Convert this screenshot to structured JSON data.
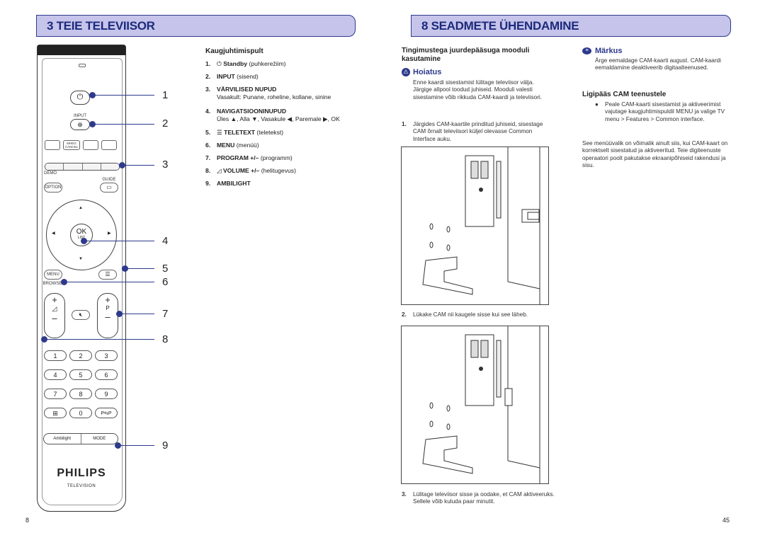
{
  "left_page": {
    "banner_title": "3  TEIE TELEVIISOR",
    "remote_title": "Kaugjuhtimispult",
    "items": [
      {
        "n": "1.",
        "label": "Standby",
        "desc": " (puhkerežiim)",
        "icon": "power-icon"
      },
      {
        "n": "2.",
        "label": "INPUT",
        "desc": " (sisend)",
        "icon": ""
      },
      {
        "n": "3.",
        "label": "VÄRVILISED NUPUD",
        "desc": "Vasakult: Punane, roheline, kollane, sinine",
        "icon": ""
      },
      {
        "n": "4.",
        "label": "NAVIGATSIOONINUPUD",
        "desc": "Üles ▲, Alla ▼, Vasakule ◀, Paremale ▶, OK",
        "icon": ""
      },
      {
        "n": "5.",
        "label": "TELETEXT",
        "desc": " (teletekst)",
        "icon": "teletext-icon"
      },
      {
        "n": "6.",
        "label": "MENU",
        "desc": " (menüü)",
        "icon": ""
      },
      {
        "n": "7.",
        "label": "PROGRAM +/–",
        "desc": " (programm)",
        "icon": ""
      },
      {
        "n": "8.",
        "label": "VOLUME +/–",
        "desc": " (helitugevus)",
        "icon": "volume-icon"
      },
      {
        "n": "9.",
        "label": "AMBILIGHT",
        "desc": "",
        "icon": ""
      }
    ],
    "callouts": [
      "1",
      "2",
      "3",
      "4",
      "5",
      "6",
      "7",
      "8",
      "9"
    ],
    "remote": {
      "input_label": "INPUT",
      "mheg_label": "MHEG CANCEL",
      "demo_label": "DEMO",
      "guide_label": "GUIDE",
      "option_label": "OPTION",
      "ok_label": "OK",
      "list_label": "LIST",
      "menu_label": "MENU",
      "browse_label": "BROWSE",
      "p_label": "P",
      "keys": [
        [
          "1",
          "2",
          "3"
        ],
        [
          "4",
          "5",
          "6"
        ],
        [
          "7",
          "8",
          "9"
        ],
        [
          "⊞",
          "0",
          "P⇆P"
        ]
      ],
      "ambilight_label": "Ambilight",
      "mode_label": "MODE",
      "brand": "PHILIPS",
      "brand_sub": "TELEVISION"
    },
    "page_number": "8"
  },
  "right_page": {
    "banner_title": "8  SEADMETE ÜHENDAMINE",
    "section_title": "Tingimustega juurdepääsuga mooduli kasutamine",
    "warning_title": "Hoiatus",
    "warning_text": "Enne kaardi sisestamist lülitage televiisor välja. Järgige allpool toodud juhiseid. Mooduli valesti sisestamine võib rikkuda CAM-kaardi ja televiisori.",
    "step1_num": "1.",
    "step1_text": "Järgides CAM-kaartile prinditud juhiseid, sisestage CAM õrnalt televiisori küljel olevasse Common Interface auku.",
    "step2_num": "2.",
    "step2_text": "Lükake CAM nii kaugele sisse kui see läheb.",
    "step3_num": "3.",
    "step3_text": "Lülitage televiisor sisse ja oodake, et CAM aktiveeruks. Sellele võib kuluda paar minutit.",
    "note_title": "Märkus",
    "note_text": "Ärge eemaldage CAM-kaarti august. CAM-kaardi eemaldamine deaktiveerib digitaalteenused.",
    "access_title": "Ligipääs CAM teenustele",
    "access_bullet": "Peale CAM-kaarti sisestamist ja aktiveerimist vajutage kaugjuhtimispuldil MENU ja valige TV menu > Features > Common interface.",
    "access_text": "See menüüvalik on võimalik ainult siis, kui CAM-kaart on korrektselt sisestatud ja aktiveeritud. Teie digiteenuste operaatori poolt pakutakse ekraanipõhiseid rakendusi ja sisu.",
    "page_number": "45"
  },
  "colors": {
    "accent": "#2d3a8c",
    "banner_fill": "#c6c4ea"
  }
}
